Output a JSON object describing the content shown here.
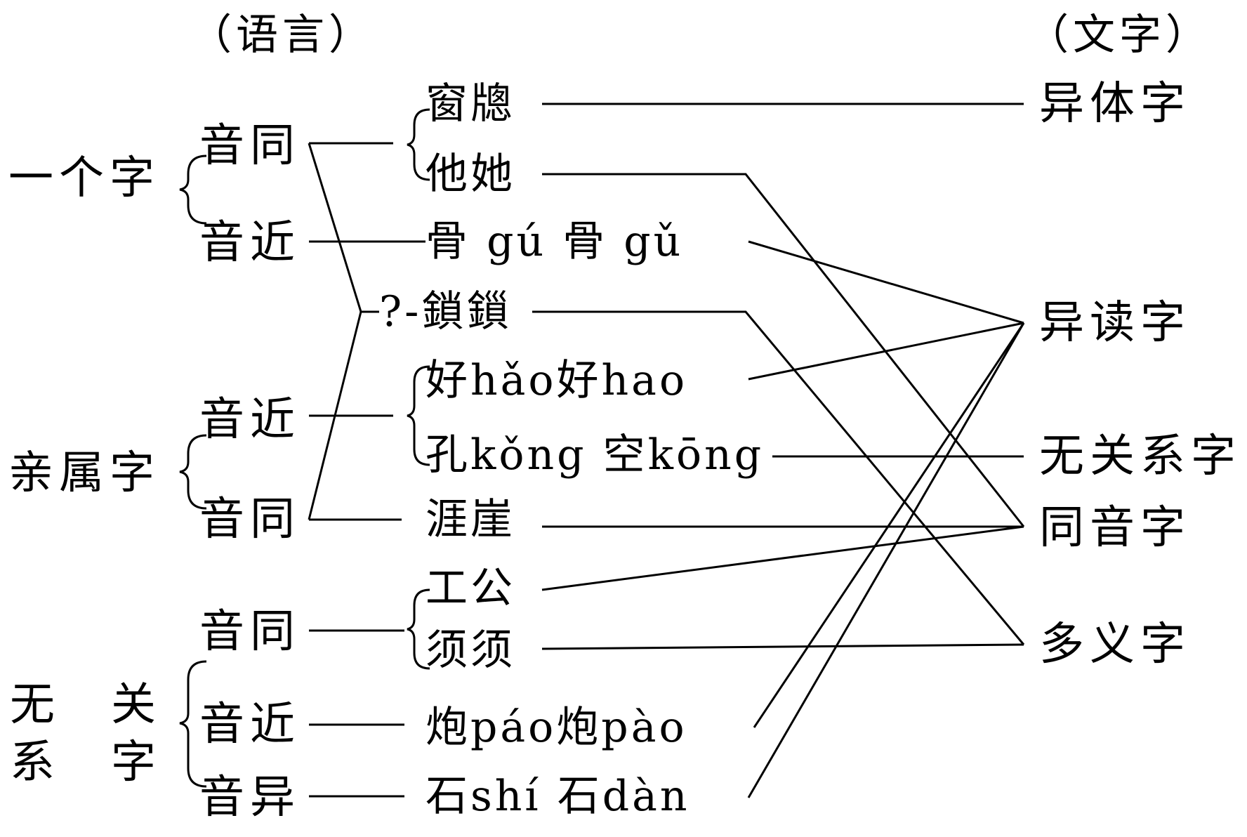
{
  "headers": {
    "language": "（语言）",
    "writing": "（文字）"
  },
  "categories": {
    "one_char": "一个字",
    "kin_chars": "亲属字",
    "unrelated_line1": "无　关",
    "unrelated_line2": "系　字"
  },
  "sound_labels": {
    "one_same": "音同",
    "one_near": "音近",
    "kin_near": "音近",
    "kin_same": "音同",
    "unrel_same": "音同",
    "unrel_near": "音近",
    "unrel_diff": "音异"
  },
  "examples": {
    "chuang": "窗牕",
    "ta": "他她",
    "gu": "骨 gú 骨 gǔ",
    "suo": "?-鎖鎻",
    "hao": "好hǎo好hao",
    "kong": "孔kǒng 空kōng",
    "ya": "涯崖",
    "gong": "工公",
    "xu": "须须",
    "pao": "炮páo炮pào",
    "shi": "石shí 石dàn"
  },
  "results": {
    "variant": "异体字",
    "alt_reading": "异读字",
    "unrelated": "无关系字",
    "homophone": "同音字",
    "polysemous": "多义字"
  }
}
